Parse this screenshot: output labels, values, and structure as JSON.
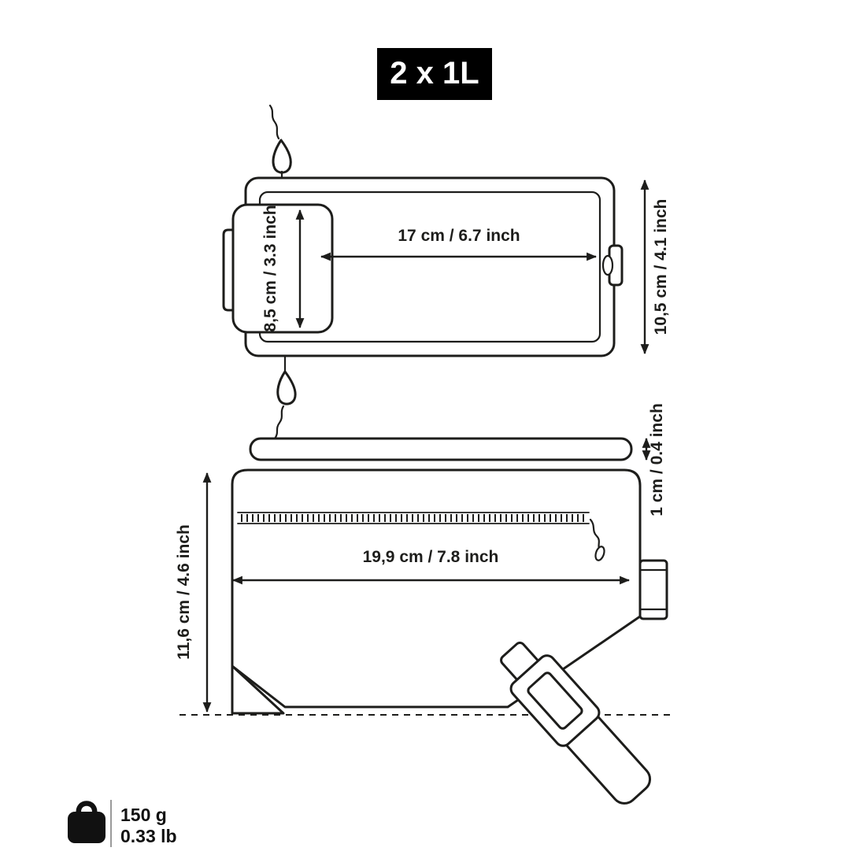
{
  "badge": {
    "label": "2 x 1L"
  },
  "top_view": {
    "width_label": "17 cm / 6.7 inch",
    "window_label": "8,5 cm / 3.3 inch",
    "height_label": "10,5 cm / 4.1 inch"
  },
  "side_view": {
    "lid_label": "1 cm / 0.4 inch",
    "length_label": "19,9 cm / 7.8 inch",
    "height_label": "11,6 cm / 4.6 inch"
  },
  "weight": {
    "metric": "150 g",
    "imperial": "0.33 lb"
  },
  "colors": {
    "ink": "#1d1d1b",
    "badge_bg": "#000000",
    "badge_text": "#ffffff"
  }
}
